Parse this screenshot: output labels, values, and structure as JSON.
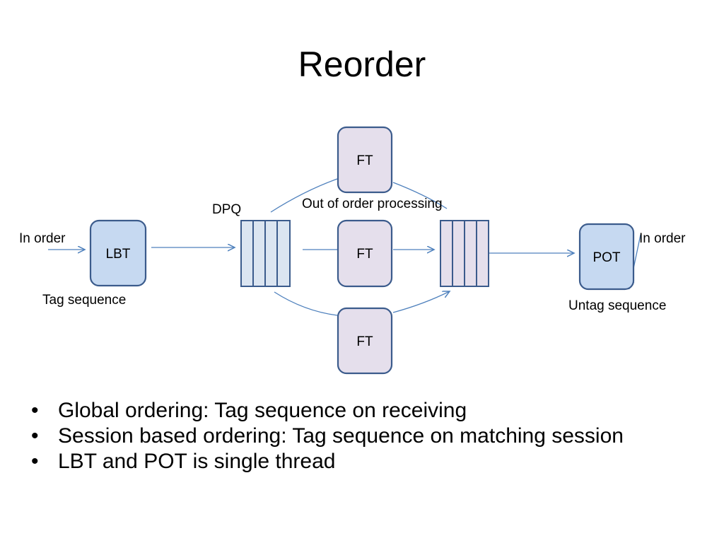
{
  "slide": {
    "title": "Reorder"
  },
  "diagram": {
    "nodes": {
      "lbt": "LBT",
      "ft_top": "FT",
      "ft_mid": "FT",
      "ft_bottom": "FT",
      "pot": "POT"
    },
    "labels": {
      "in_order_left": "In order",
      "tag_sequence": "Tag sequence",
      "dpq": "DPQ",
      "out_of_order": "Out of order processing",
      "in_order_right": "In order",
      "untag_sequence": "Untag sequence"
    },
    "colors": {
      "lbt_fill": "#c6d9f1",
      "ft_fill": "#e5dfec",
      "pot_fill": "#c6d9f1",
      "queue_fill": "#dbe5f1",
      "outline": "#3b5b8c",
      "arrow": "#4f81bd"
    }
  },
  "bullets": [
    "Global ordering: Tag sequence on receiving",
    "Session based ordering: Tag sequence on matching session",
    "LBT and POT is single thread"
  ]
}
